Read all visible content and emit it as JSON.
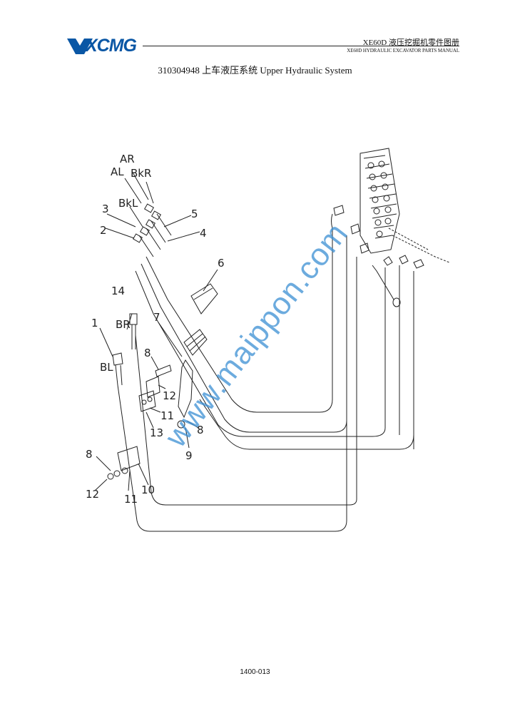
{
  "header": {
    "logo_text": "XCMG",
    "manual_title_cn": "XE60D 液压挖掘机零件图册",
    "manual_title_en": "XE60D HYDRAULIC EXCAVATOR PARTS MANUAL"
  },
  "page_title": "310304948 上车液压系统 Upper Hydraulic System",
  "callouts": {
    "c1": "1",
    "c2": "2",
    "c3": "3",
    "c4": "4",
    "c5": "5",
    "c6": "6",
    "c7": "7",
    "c8a": "8",
    "c8b": "8",
    "c8c": "8",
    "c9": "9",
    "c10": "10",
    "c11a": "11",
    "c11b": "11",
    "c12a": "12",
    "c12b": "12",
    "c13": "13",
    "c14": "14",
    "AR": "AR",
    "AL": "AL",
    "BkR": "BkR",
    "BkL": "BkL",
    "BR": "BR",
    "BL": "BL"
  },
  "watermark": "www.maippon.com",
  "page_number": "1400-013",
  "colors": {
    "logo": "#0a57a5",
    "watermark": "#3b8fd4"
  }
}
